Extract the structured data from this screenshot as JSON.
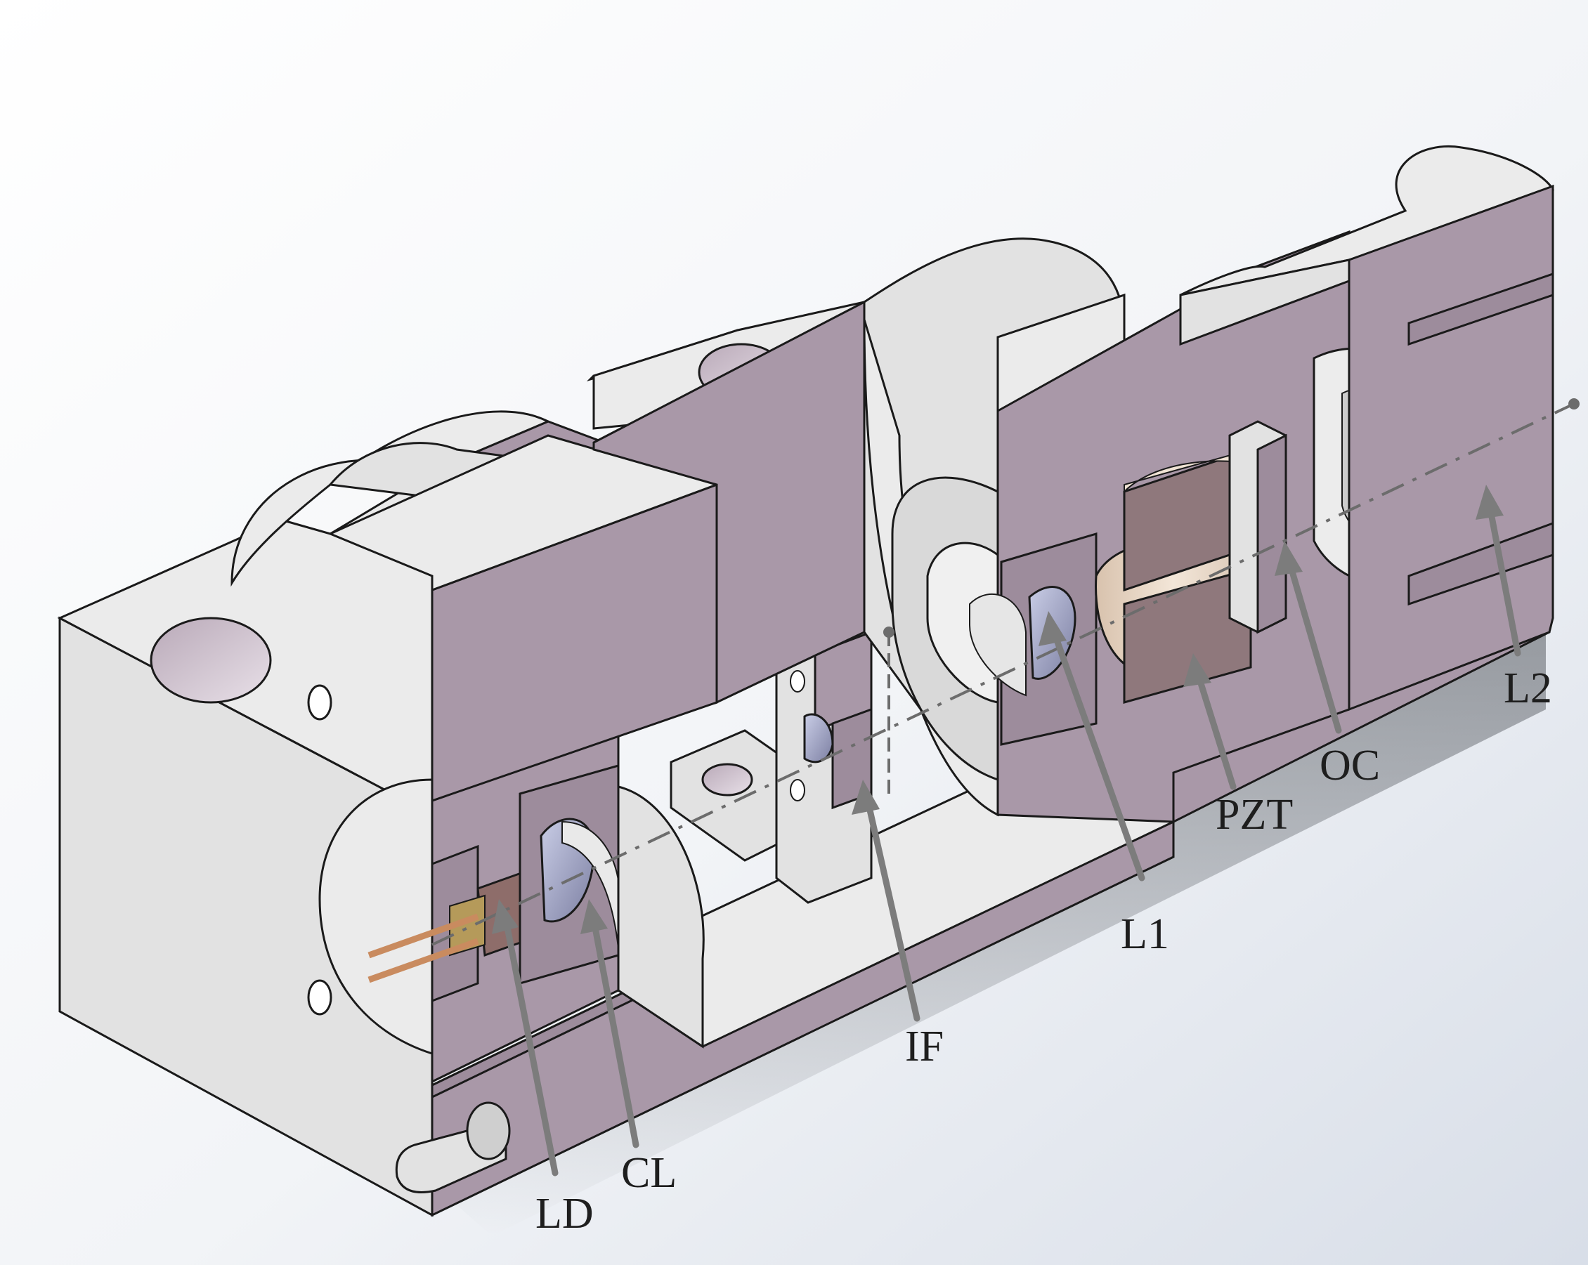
{
  "labels": {
    "ld": "LD",
    "cl": "CL",
    "if": "IF",
    "l1": "L1",
    "pzt": "PZT",
    "oc": "OC",
    "l2": "L2"
  },
  "colors": {
    "cut_face": "#a998a8",
    "body_face": "#e2e2e2",
    "leader": "#7c7c7c",
    "background_top": "#dde2ea"
  }
}
